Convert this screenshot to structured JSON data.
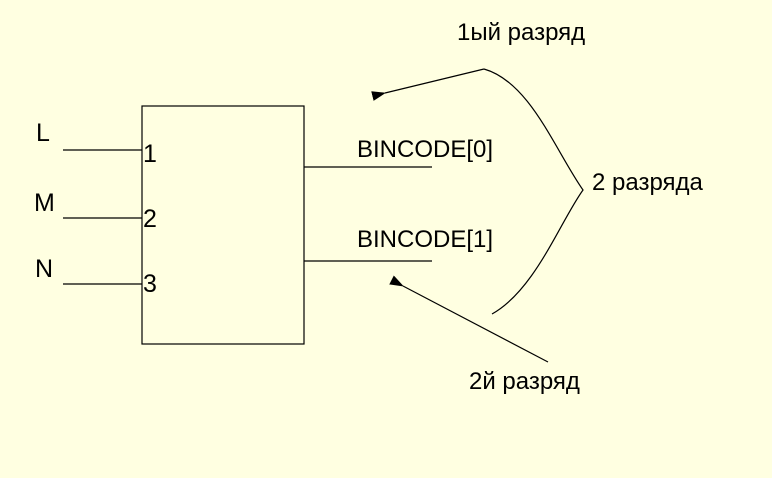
{
  "block": {
    "inputs": [
      {
        "signal": "L",
        "pin": "1"
      },
      {
        "signal": "M",
        "pin": "2"
      },
      {
        "signal": "N",
        "pin": "3"
      }
    ],
    "outputs": [
      {
        "label": "BINCODE[0]"
      },
      {
        "label": "BINCODE[1]"
      }
    ]
  },
  "annotations": {
    "bit1": "1ый разряд",
    "bit2": "2й разряд",
    "total": "2 разряда"
  },
  "colors": {
    "background": "#ffffe1",
    "stroke": "#000000"
  }
}
